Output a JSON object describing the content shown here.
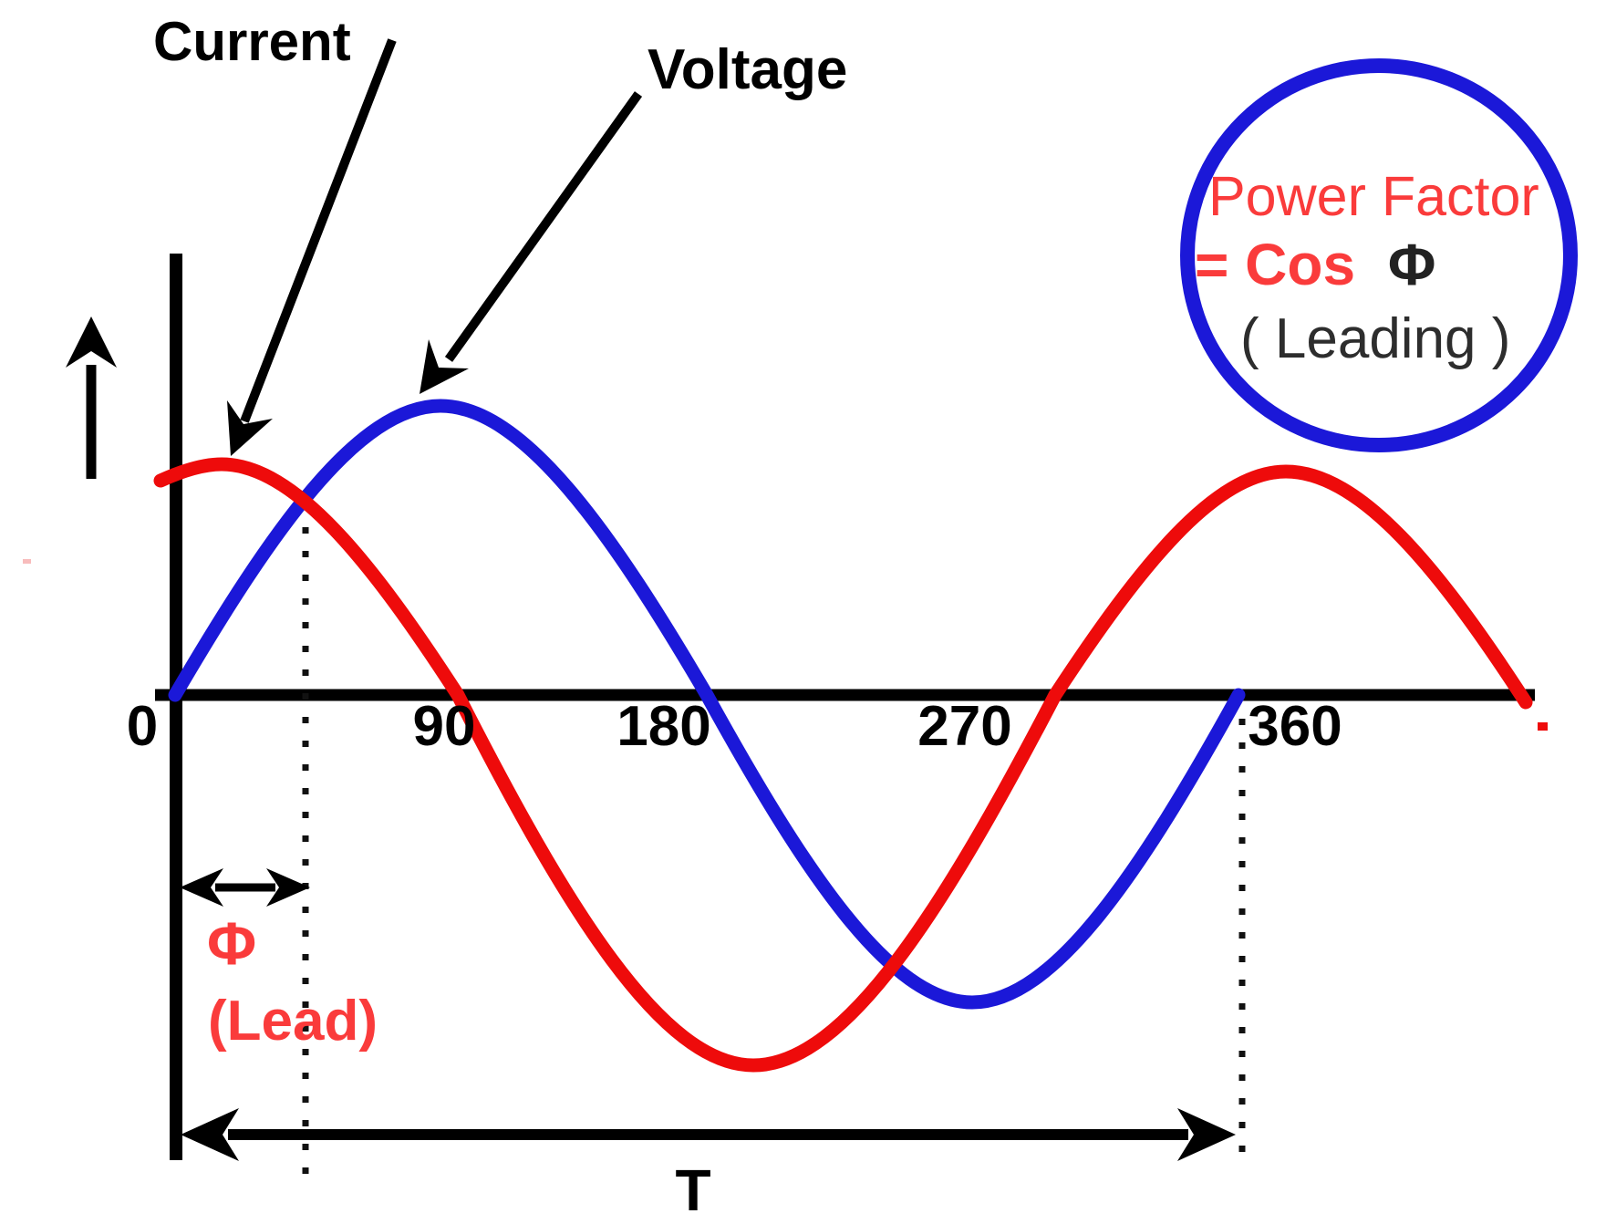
{
  "labels": {
    "current": "Current",
    "voltage": "Voltage",
    "period": "T"
  },
  "axis": {
    "ticks": [
      {
        "label": "0"
      },
      {
        "label": "90"
      },
      {
        "label": "180"
      },
      {
        "label": "270"
      },
      {
        "label": "360"
      }
    ]
  },
  "phase_annotation": {
    "symbol": "Φ",
    "note": "(Lead)"
  },
  "power_factor_note": {
    "line1": "Power Factor",
    "line2_red": "= Cos",
    "line2_black": "Φ",
    "line3": "( Leading )"
  },
  "colors": {
    "voltage_blue": "#1b18d8",
    "current_red": "#ee0b0b",
    "annotation_red": "#fa3b3b",
    "ink_black": "#000000"
  },
  "waveforms": {
    "type": "line",
    "x_unit": "degrees",
    "x_ticks": [
      0,
      90,
      180,
      270,
      360
    ],
    "phase_lead_deg": 75,
    "series": [
      {
        "name": "Voltage",
        "color": "#1b18d8",
        "phase_deg": 0
      },
      {
        "name": "Current",
        "color": "#ee0b0b",
        "phase_deg": 75
      }
    ],
    "period_marker_span_deg": [
      0,
      360
    ]
  }
}
